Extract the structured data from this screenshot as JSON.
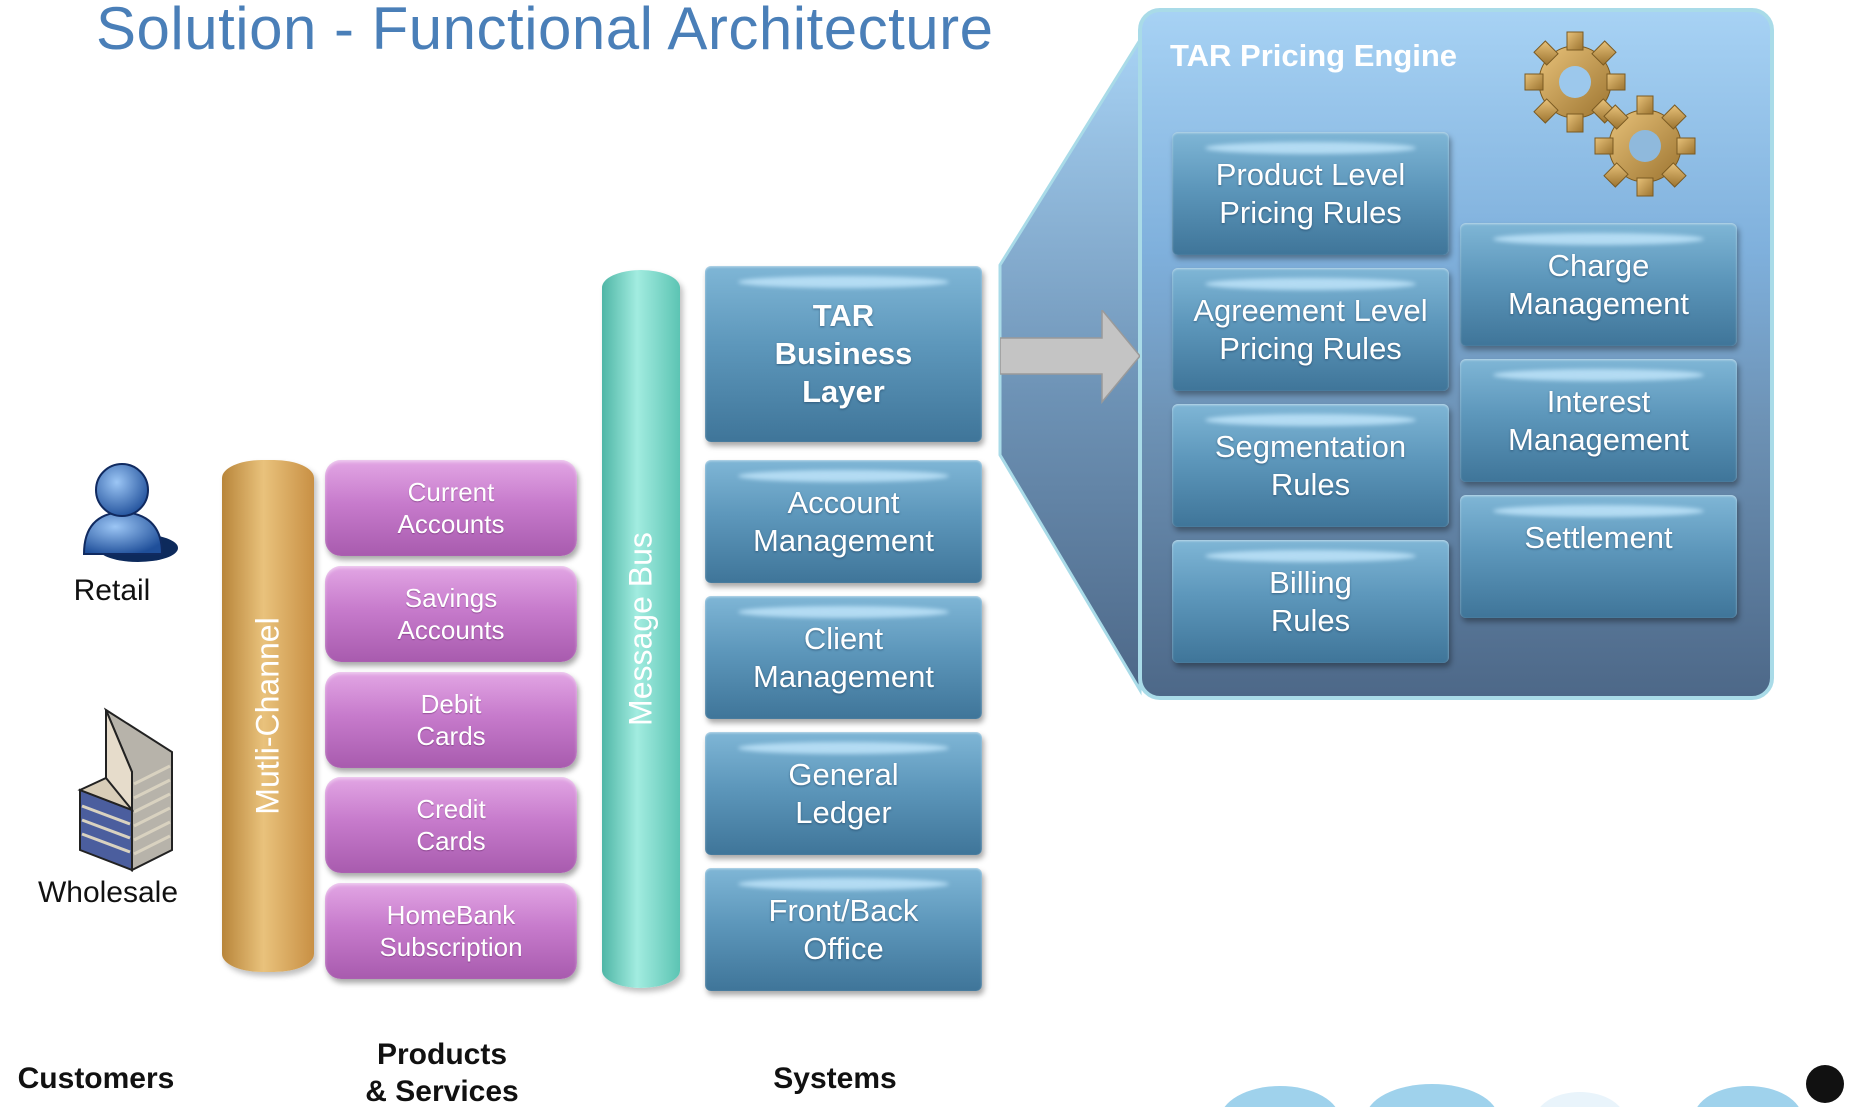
{
  "title": "Solution - Functional Architecture",
  "customers": {
    "retail_label": "Retail",
    "wholesale_label": "Wholesale"
  },
  "pillars": {
    "multichannel": "Mutli-Channel",
    "message_bus": "Message Bus"
  },
  "products": [
    {
      "line1": "Current",
      "line2": "Accounts"
    },
    {
      "line1": "Savings",
      "line2": "Accounts"
    },
    {
      "line1": "Debit",
      "line2": "Cards"
    },
    {
      "line1": "Credit",
      "line2": "Cards"
    },
    {
      "line1": "HomeBank",
      "line2": "Subscription"
    }
  ],
  "systems": [
    {
      "line1": "TAR",
      "line2": "Business",
      "line3": "Layer"
    },
    {
      "line1": "Account",
      "line2": "Management"
    },
    {
      "line1": "Client",
      "line2": "Management"
    },
    {
      "line1": "General",
      "line2": "Ledger"
    },
    {
      "line1": "Front/Back",
      "line2": "Office"
    }
  ],
  "engine": {
    "title": "TAR Pricing Engine",
    "left_boxes": [
      {
        "line1": "Product Level",
        "line2": "Pricing Rules"
      },
      {
        "line1": "Agreement Level",
        "line2": "Pricing Rules"
      },
      {
        "line1": "Segmentation",
        "line2": "Rules"
      },
      {
        "line1": "Billing",
        "line2": "Rules"
      }
    ],
    "right_boxes": [
      {
        "line1": "Charge",
        "line2": "Management"
      },
      {
        "line1": "Interest",
        "line2": "Management"
      },
      {
        "line1": "Settlement",
        "line2": ""
      }
    ]
  },
  "section_labels": {
    "customers": "Customers",
    "products_line1": "Products",
    "products_line2": "& Services",
    "systems": "Systems"
  },
  "colors": {
    "title": "#4a7fb8",
    "product_purple": "#c77bcc",
    "system_blue": "#5d97bb",
    "multichannel_gold": "#d9a85a",
    "message_bus_teal": "#6fd0c0",
    "engine_panel": "#7fb0dc"
  }
}
